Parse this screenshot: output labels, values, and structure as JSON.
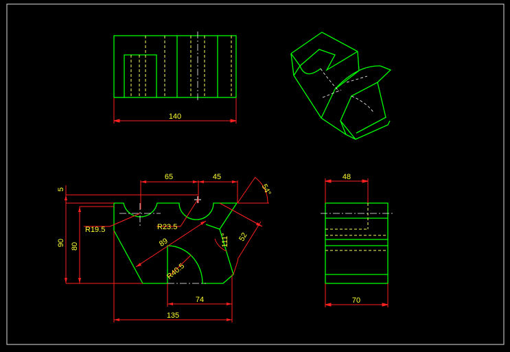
{
  "colors": {
    "background": "#000000",
    "outline": "#00ff00",
    "hidden_line": "#ffff66",
    "center_line": "#ffffff",
    "dimension_line": "#ff2020",
    "dimension_text": "#ffff33",
    "frame": "#ffffff"
  },
  "drawing": {
    "top_view": {
      "dims": {
        "width": "140"
      }
    },
    "front_view": {
      "dims": {
        "top_left": "65",
        "top_right": "45",
        "angle_top": "54°",
        "offset": "5",
        "height_outer": "90",
        "height_inner": "80",
        "radius_small": "R19.5",
        "radius_mid": "R23.5",
        "diagonal": "89",
        "radius_large": "R40.5",
        "angle_v": "111°",
        "slant": "52",
        "bottom_inner": "74",
        "bottom_total": "135"
      }
    },
    "side_view": {
      "dims": {
        "top": "48",
        "bottom": "70"
      }
    }
  }
}
